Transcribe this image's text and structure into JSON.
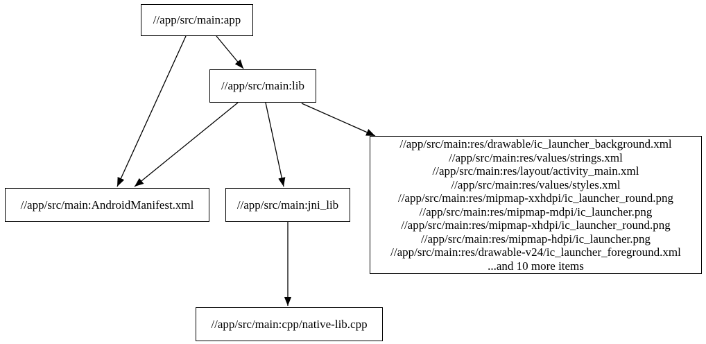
{
  "diagram": {
    "type": "dependency-graph",
    "background_color": "#ffffff",
    "node_border_color": "#000000",
    "edge_color": "#000000",
    "text_color": "#000000"
  },
  "nodes": {
    "app": {
      "label": "//app/src/main:app"
    },
    "lib": {
      "label": "//app/src/main:lib"
    },
    "manifest": {
      "label": "//app/src/main:AndroidManifest.xml"
    },
    "jni_lib": {
      "label": "//app/src/main:jni_lib"
    },
    "resources": {
      "lines": [
        "//app/src/main:res/drawable/ic_launcher_background.xml",
        "//app/src/main:res/values/strings.xml",
        "//app/src/main:res/layout/activity_main.xml",
        "//app/src/main:res/values/styles.xml",
        "//app/src/main:res/mipmap-xxhdpi/ic_launcher_round.png",
        "//app/src/main:res/mipmap-mdpi/ic_launcher.png",
        "//app/src/main:res/mipmap-xhdpi/ic_launcher_round.png",
        "//app/src/main:res/mipmap-hdpi/ic_launcher.png",
        "//app/src/main:res/drawable-v24/ic_launcher_foreground.xml",
        "...and 10 more items"
      ]
    },
    "native_lib": {
      "label": "//app/src/main:cpp/native-lib.cpp"
    }
  },
  "edges": [
    {
      "from": "app",
      "to": "lib"
    },
    {
      "from": "app",
      "to": "manifest"
    },
    {
      "from": "lib",
      "to": "manifest"
    },
    {
      "from": "lib",
      "to": "jni_lib"
    },
    {
      "from": "lib",
      "to": "resources"
    },
    {
      "from": "jni_lib",
      "to": "native_lib"
    }
  ]
}
